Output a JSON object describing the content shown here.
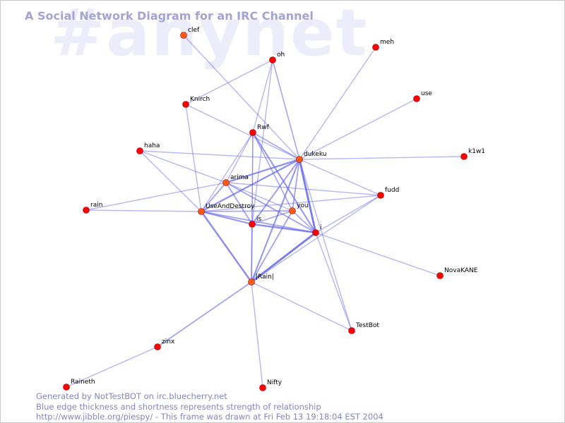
{
  "watermark": "#anynet",
  "title": "A Social Network Diagram for an IRC Channel",
  "colors": {
    "background": "#ffffff",
    "edge": "#6666ee",
    "node_fill": "#ff0000",
    "node_fill_highlight": "#ff5a14",
    "node_stroke": "#990000",
    "watermark": "#ececfb",
    "title": "#a3a3d6",
    "footer": "#8585c6"
  },
  "graph": {
    "nodes": [
      {
        "id": "clef",
        "label": "clef",
        "highlight": true
      },
      {
        "id": "oh",
        "label": "oh"
      },
      {
        "id": "meh",
        "label": "meh"
      },
      {
        "id": "use",
        "label": "use"
      },
      {
        "id": "Knirch",
        "label": "Knirch"
      },
      {
        "id": "Rwf",
        "label": "Rwf"
      },
      {
        "id": "haha",
        "label": "haha"
      },
      {
        "id": "dukeku",
        "label": "dukeku",
        "highlight": true
      },
      {
        "id": "k1w1",
        "label": "k1w1"
      },
      {
        "id": "arima",
        "label": "arima",
        "highlight": true
      },
      {
        "id": "fudd",
        "label": "fudd"
      },
      {
        "id": "rain",
        "label": "rain"
      },
      {
        "id": "UseAndDestroy",
        "label": "UseAndDestroy",
        "highlight": true
      },
      {
        "id": "you",
        "label": "you",
        "highlight": true
      },
      {
        "id": "is",
        "label": "is"
      },
      {
        "id": "i",
        "label": "i"
      },
      {
        "id": "NovaKANE",
        "label": "NovaKANE"
      },
      {
        "id": "Rain",
        "label": "|Rain|",
        "highlight": true
      },
      {
        "id": "TestBot",
        "label": "TestBot"
      },
      {
        "id": "zinx",
        "label": "zinx"
      },
      {
        "id": "Raineth",
        "label": "Raineth"
      },
      {
        "id": "Nifty",
        "label": "Nifty"
      }
    ],
    "edges": [
      {
        "source": "clef",
        "target": "dukeku",
        "weight": 1
      },
      {
        "source": "oh",
        "target": "Knirch",
        "weight": 1
      },
      {
        "source": "oh",
        "target": "Rwf",
        "weight": 1
      },
      {
        "source": "oh",
        "target": "dukeku",
        "weight": 1.4
      },
      {
        "source": "oh",
        "target": "is",
        "weight": 1
      },
      {
        "source": "meh",
        "target": "dukeku",
        "weight": 1
      },
      {
        "source": "use",
        "target": "dukeku",
        "weight": 1
      },
      {
        "source": "Knirch",
        "target": "UseAndDestroy",
        "weight": 1
      },
      {
        "source": "Knirch",
        "target": "dukeku",
        "weight": 1
      },
      {
        "source": "Rwf",
        "target": "dukeku",
        "weight": 1.4
      },
      {
        "source": "Rwf",
        "target": "arima",
        "weight": 1
      },
      {
        "source": "Rwf",
        "target": "is",
        "weight": 1
      },
      {
        "source": "Rwf",
        "target": "i",
        "weight": 2
      },
      {
        "source": "Rwf",
        "target": "you",
        "weight": 1.4
      },
      {
        "source": "Rwf",
        "target": "UseAndDestroy",
        "weight": 1
      },
      {
        "source": "Rwf",
        "target": "Rain",
        "weight": 1
      },
      {
        "source": "haha",
        "target": "dukeku",
        "weight": 1
      },
      {
        "source": "haha",
        "target": "UseAndDestroy",
        "weight": 1
      },
      {
        "source": "haha",
        "target": "arima",
        "weight": 1
      },
      {
        "source": "dukeku",
        "target": "k1w1",
        "weight": 1
      },
      {
        "source": "dukeku",
        "target": "arima",
        "weight": 2.2
      },
      {
        "source": "dukeku",
        "target": "fudd",
        "weight": 1
      },
      {
        "source": "dukeku",
        "target": "UseAndDestroy",
        "weight": 2.2
      },
      {
        "source": "dukeku",
        "target": "you",
        "weight": 1.6
      },
      {
        "source": "dukeku",
        "target": "is",
        "weight": 1.8
      },
      {
        "source": "dukeku",
        "target": "i",
        "weight": 3
      },
      {
        "source": "dukeku",
        "target": "Rain",
        "weight": 2
      },
      {
        "source": "dukeku",
        "target": "TestBot",
        "weight": 1
      },
      {
        "source": "arima",
        "target": "UseAndDestroy",
        "weight": 1.6
      },
      {
        "source": "arima",
        "target": "fudd",
        "weight": 1
      },
      {
        "source": "arima",
        "target": "you",
        "weight": 1
      },
      {
        "source": "arima",
        "target": "is",
        "weight": 1.6
      },
      {
        "source": "arima",
        "target": "i",
        "weight": 1.6
      },
      {
        "source": "fudd",
        "target": "UseAndDestroy",
        "weight": 1
      },
      {
        "source": "fudd",
        "target": "i",
        "weight": 1
      },
      {
        "source": "fudd",
        "target": "Rain",
        "weight": 1
      },
      {
        "source": "rain",
        "target": "UseAndDestroy",
        "weight": 1
      },
      {
        "source": "rain",
        "target": "arima",
        "weight": 1
      },
      {
        "source": "UseAndDestroy",
        "target": "you",
        "weight": 1.4
      },
      {
        "source": "UseAndDestroy",
        "target": "is",
        "weight": 2
      },
      {
        "source": "UseAndDestroy",
        "target": "i",
        "weight": 1.6
      },
      {
        "source": "UseAndDestroy",
        "target": "Rain",
        "weight": 2.4
      },
      {
        "source": "you",
        "target": "is",
        "weight": 1.4
      },
      {
        "source": "you",
        "target": "Rain",
        "weight": 1.6
      },
      {
        "source": "you",
        "target": "i",
        "weight": 1.4
      },
      {
        "source": "is",
        "target": "i",
        "weight": 2.4
      },
      {
        "source": "is",
        "target": "Rain",
        "weight": 1.6
      },
      {
        "source": "i",
        "target": "NovaKANE",
        "weight": 1
      },
      {
        "source": "i",
        "target": "Rain",
        "weight": 3
      },
      {
        "source": "i",
        "target": "TestBot",
        "weight": 1
      },
      {
        "source": "Rain",
        "target": "zinx",
        "weight": 1.6
      },
      {
        "source": "Rain",
        "target": "Nifty",
        "weight": 1
      },
      {
        "source": "Rain",
        "target": "TestBot",
        "weight": 1
      },
      {
        "source": "zinx",
        "target": "Raineth",
        "weight": 1
      }
    ]
  },
  "footer": {
    "line1": "Generated by NotTestBOT on irc.bluecherry.net",
    "line2": "Blue edge thickness and shortness represents strength of relationship",
    "line3": "http://www.jibble.org/piespy/ - This frame was drawn at Fri Feb 13 19:18:04 EST 2004"
  }
}
